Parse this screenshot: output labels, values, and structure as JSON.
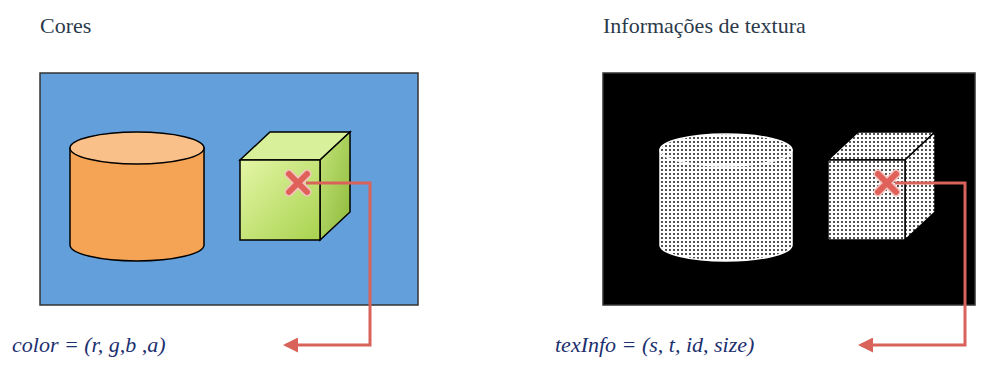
{
  "diagram": {
    "nodes": [
      {
        "text": [
          "Cores"
        ]
      },
      {
        "text": [
          "Informações de textura"
        ]
      }
    ],
    "labels": [
      "color = (r, g,b ,a)",
      "texInfo = (s, t, id, size)"
    ]
  }
}
